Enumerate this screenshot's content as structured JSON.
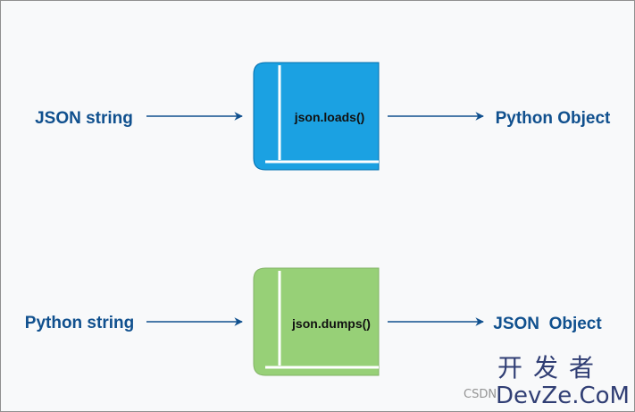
{
  "rows": [
    {
      "input": "JSON string",
      "function": "json.loads()",
      "output": "Python Object",
      "fill": "#1ba1e2",
      "stroke": "#006eaf"
    },
    {
      "input": "Python string",
      "function": "json.dumps()",
      "output": "JSON  Object",
      "fill": "#97d077",
      "stroke": "#82b366"
    }
  ],
  "watermark": {
    "cn": "开发者",
    "en": "DevZe.CoM",
    "csdn": "CSDN"
  },
  "colors": {
    "label": "#10508e",
    "arrow": "#10508e",
    "background": "#f8f9fa"
  }
}
